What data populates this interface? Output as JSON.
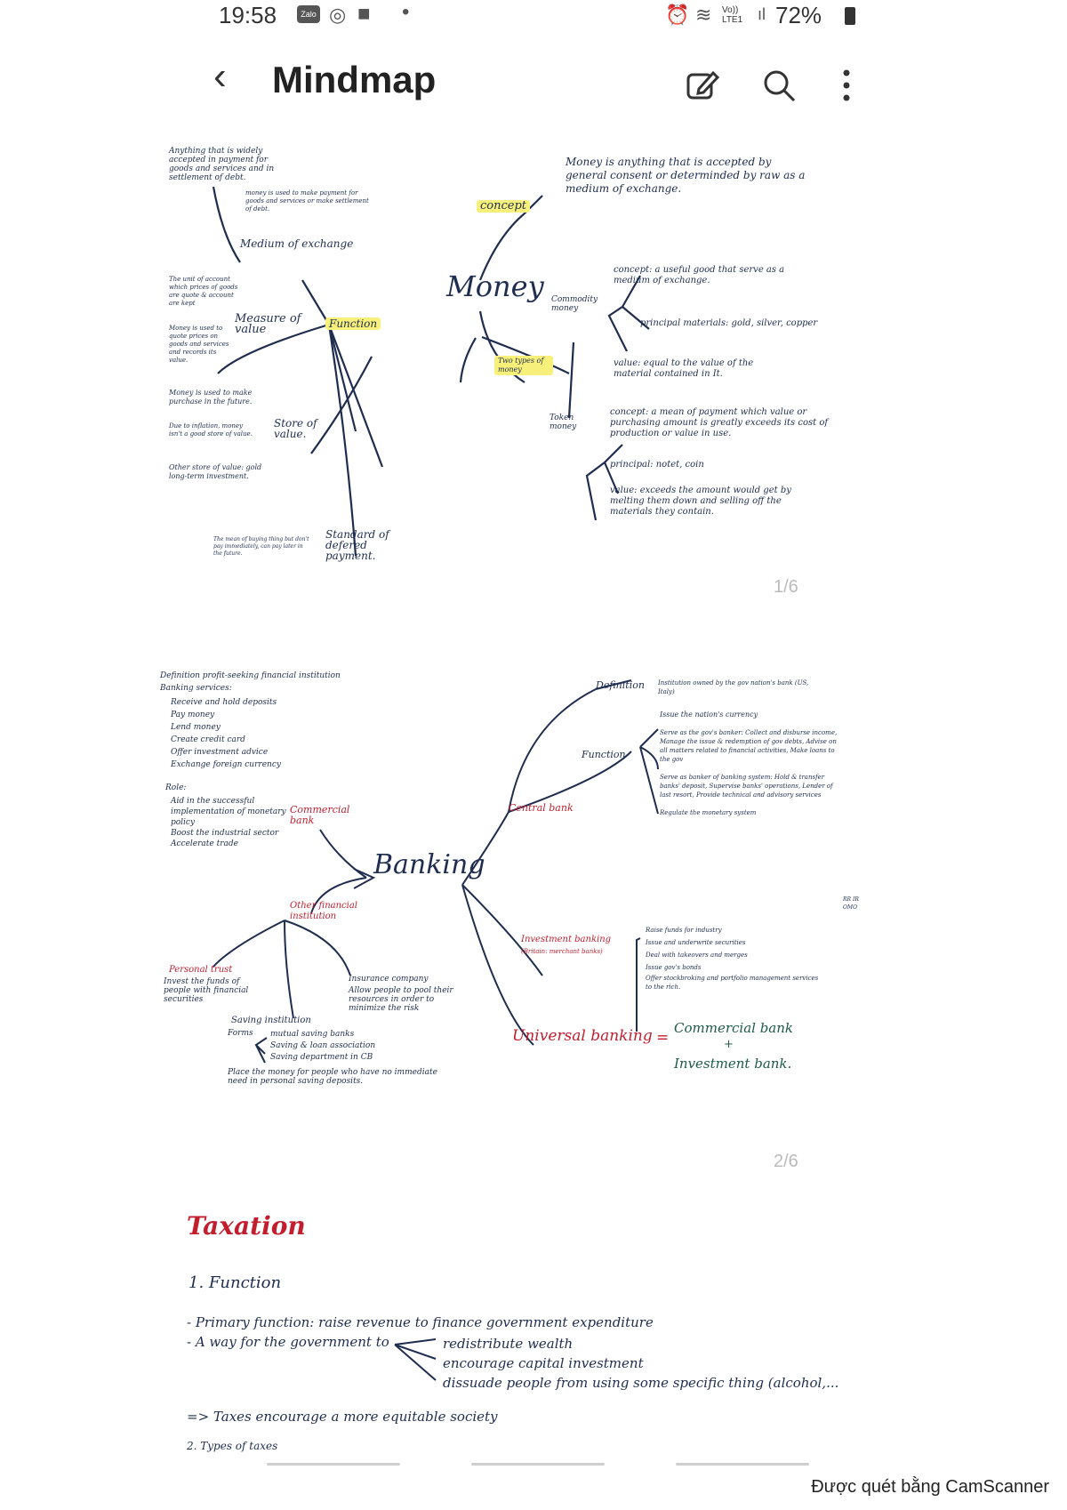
{
  "status_bar": {
    "time": "19:58",
    "app_badge": "Zalo",
    "battery": "72%",
    "network": "Vo)) LTE1"
  },
  "app_bar": {
    "title": "Mindmap"
  },
  "money_map": {
    "root": "Money",
    "concept_label": "concept",
    "concept_text": "Money is anything that is accepted by general consent or determinded by raw as a medium of exchange.",
    "function_label": "Function",
    "medium_label": "Medium of exchange",
    "medium_text": "Anything that is widely accepted in payment for goods and services and in settlement of debt.",
    "medium_sub": "money is used to make payment for goods and services or make settlement of debt.",
    "measure_label": "Measure of value",
    "measure_text": "The unit of account which prices of goods are quote & account are kept",
    "measure_sub": "Money is used to quote prices on goods and services and records its value.",
    "store_label": "Store of value.",
    "store_text_1": "Money is used to make purchase in the future.",
    "store_text_2": "Due to inflation, money isn't a good store of value.",
    "store_text_3": "Other store of value: gold long-term investment.",
    "deferred_label": "Standard of defered payment.",
    "deferred_text": "The mean of buying thing but don't pay immediately, can pay later in the future.",
    "two_types_label": "Two types of money",
    "commodity_label": "Commodity money",
    "commodity_concept": "concept: a useful good that serve as a medium of exchange.",
    "commodity_materials": "principal materials: gold, silver, copper",
    "commodity_value": "value: equal to the value of the material contained in It.",
    "token_label": "Token money",
    "token_concept": "concept: a mean of payment which value or purchasing amount is greatly exceeds its cost of production or value in use.",
    "token_principal": "principal: notet, coin",
    "token_value": "value: exceeds the amount would get by melting them down and selling off the materials they contain.",
    "page": "1/6"
  },
  "banking_map": {
    "root": "Banking",
    "definition_text": "Definition profit-seeking financial institution",
    "services_label": "Banking services:",
    "services": [
      "Receive and hold deposits",
      "Pay money",
      "Lend money",
      "Create credit card",
      "Offer investment advice",
      "Exchange foreign currency"
    ],
    "role_label": "Role:",
    "roles": [
      "Aid in the successful implementation of monetary policy",
      "Boost the industrial sector",
      "Accelerate trade"
    ],
    "commercial_label": "Commercial bank",
    "other_label": "Other financial institution",
    "personal_trust_label": "Personal trust",
    "personal_trust_text": "Invest the funds of people with financial securities",
    "insurance_label": "Insurance company",
    "insurance_text": "Allow people to pool their resources in order to minimize the risk",
    "saving_label": "Saving institution",
    "saving_forms_label": "Forms",
    "saving_forms": [
      "mutual saving banks",
      "Saving & loan association",
      "Saving department in CB"
    ],
    "saving_text": "Place the money for people who have no immediate need in personal saving deposits.",
    "central_label": "Central bank",
    "central_definition_label": "Definition",
    "central_definition_text": "Institution owned by the gov nation's bank (US, Italy)",
    "central_function_label": "Function",
    "central_functions": [
      "Issue the nation's currency",
      "Serve as the gov's banker: Collect and disburse income, Manage the issue & redemption of gov debts, Advise on all matters related to financial activities, Make loans to the gov",
      "Serve as banker of banking system: Hold & transfer banks' deposit, Supervise banks' operations, Lender of last resort, Provide technical and advisory services",
      "Regulate the monetary system"
    ],
    "central_tools": "RR IR OMO",
    "investment_label": "Investment banking",
    "investment_sub": "(Britain: merchant banks)",
    "investment_items": [
      "Raise funds for industry",
      "Issue and underwrite securities",
      "Deal with takeovers and merges",
      "Issue gov's bonds",
      "Offer stockbroking and portfolio management services to the rich."
    ],
    "universal_label": "Universal banking",
    "universal_eq": "=",
    "universal_part1": "Commercial bank",
    "universal_plus": "+",
    "universal_part2": "Investment bank.",
    "page": "2/6"
  },
  "taxation": {
    "title": "Taxation",
    "section": "1. Function",
    "line1": "- Primary function: raise revenue to finance government expenditure",
    "line2": "- A way for the government to",
    "branches": [
      "redistribute wealth",
      "encourage capital investment",
      "dissuade people from using some specific thing (alcohol,..."
    ],
    "conclusion": "=> Taxes encourage a more equitable society",
    "cut": "2. Types of taxes"
  },
  "watermark": "Được quét bằng CamScanner"
}
